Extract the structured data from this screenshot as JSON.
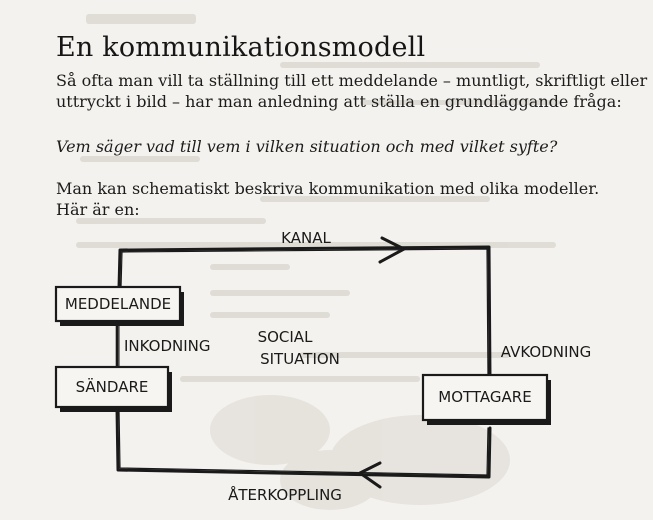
{
  "heading": "En kommunikationsmodell",
  "intro_lines": [
    "Så ofta man vill ta ställning till ett meddelande – muntligt, skriftligt eller",
    "uttryckt i bild – har man anledning att ställa en grundläggande fråga:"
  ],
  "question": "Vem säger vad till vem i vilken situation och med vilket syfte?",
  "models_lines": [
    "Man kan schematiskt beskriva kommunikation med olika modeller.",
    "Här är en:"
  ],
  "diagram": {
    "boxes": {
      "message": "MEDDELANDE",
      "sender": "SÄNDARE",
      "receiver": "MOTTAGARE"
    },
    "labels": {
      "channel": "KANAL",
      "encoding": "INKODNING",
      "social_1": "SOCIAL",
      "social_2": "SITUATION",
      "decoding": "AVKODNING",
      "feedback": "ÅTERKOPPLING"
    }
  },
  "colors": {
    "paper": "#f4f2ee",
    "ink": "#1a1a1a"
  }
}
